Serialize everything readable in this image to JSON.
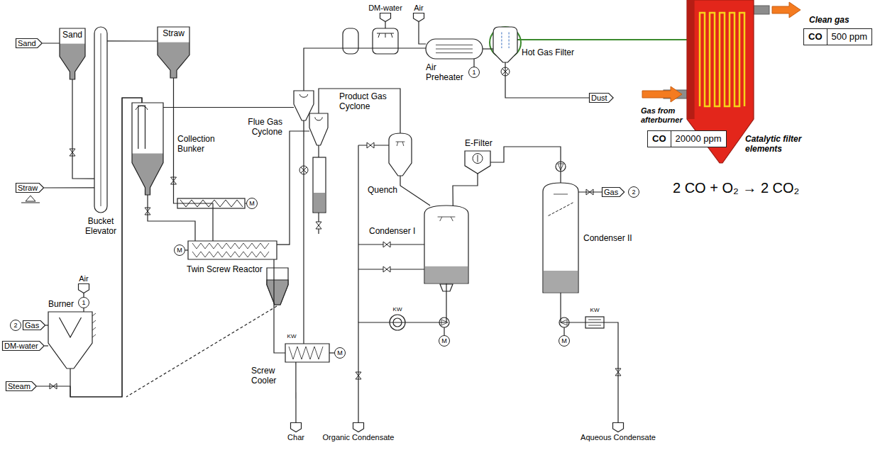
{
  "diagram": {
    "nodes": [
      {
        "text": [
          "Sand"
        ]
      },
      {
        "text": [
          "Sand"
        ]
      },
      {
        "text": [
          "Straw"
        ]
      },
      {
        "text": [
          "Bucket Elevator"
        ]
      },
      {
        "text": [
          "Straw"
        ]
      },
      {
        "text": [
          "Collection Bunker"
        ]
      },
      {
        "text": [
          "Twin Screw Reactor"
        ]
      },
      {
        "text": [
          "Air"
        ]
      },
      {
        "text": [
          "Burner"
        ]
      },
      {
        "text": [
          "Gas"
        ]
      },
      {
        "text": [
          "DM-water"
        ]
      },
      {
        "text": [
          "Steam"
        ]
      },
      {
        "text": [
          "Flue Gas Cyclone"
        ]
      },
      {
        "text": [
          "Product Gas Cyclone"
        ]
      },
      {
        "text": [
          "DM-water"
        ]
      },
      {
        "text": [
          "Air"
        ]
      },
      {
        "text": [
          "Air Preheater"
        ]
      },
      {
        "text": [
          "Hot Gas Filter"
        ]
      },
      {
        "text": [
          "Dust"
        ]
      },
      {
        "text": [
          "Quench"
        ]
      },
      {
        "text": [
          "E-Filter"
        ]
      },
      {
        "text": [
          "Condenser I"
        ]
      },
      {
        "text": [
          "Condenser II"
        ]
      },
      {
        "text": [
          "Gas"
        ]
      },
      {
        "text": [
          "Screw Cooler"
        ]
      },
      {
        "text": [
          "Char"
        ]
      },
      {
        "text": [
          "Organic Condensate"
        ]
      },
      {
        "text": [
          "Aqueous Condensate"
        ]
      },
      {
        "text": [
          "Catalytic filter elements"
        ]
      },
      {
        "text": [
          "CO",
          "20000 ppm"
        ]
      },
      {
        "text": [
          "CO",
          "500 ppm"
        ]
      }
    ],
    "edges": [
      {
        "from": 0,
        "to": 1,
        "arrow": "none"
      },
      {
        "from": 1,
        "to": 3,
        "arrow": "none"
      },
      {
        "from": 2,
        "to": 3,
        "arrow": "none"
      },
      {
        "from": 3,
        "to": 4,
        "arrow": "none"
      },
      {
        "from": 4,
        "to": 6,
        "arrow": "none"
      },
      {
        "from": 5,
        "to": 6,
        "arrow": "none"
      },
      {
        "from": 8,
        "to": 5,
        "arrow": "none"
      },
      {
        "from": 11,
        "to": 5,
        "arrow": "none"
      },
      {
        "from": 9,
        "to": 8,
        "arrow": "none"
      },
      {
        "from": 10,
        "to": 8,
        "arrow": "none"
      },
      {
        "from": 7,
        "to": 8,
        "arrow": "none"
      },
      {
        "from": 5,
        "to": 12,
        "arrow": "none"
      },
      {
        "from": 12,
        "to": 16,
        "arrow": "none"
      },
      {
        "from": 12,
        "to": 24,
        "arrow": "none"
      },
      {
        "from": 6,
        "to": 13,
        "arrow": "none"
      },
      {
        "from": 6,
        "to": 24,
        "arrow": "none"
      },
      {
        "from": 13,
        "to": 19,
        "arrow": "none"
      },
      {
        "from": 15,
        "to": 16,
        "arrow": "none"
      },
      {
        "from": 16,
        "to": 17,
        "arrow": "none"
      },
      {
        "from": 17,
        "to": 18,
        "arrow": "none"
      },
      {
        "from": 17,
        "to": 28,
        "arrow": "none"
      },
      {
        "from": 19,
        "to": 21,
        "arrow": "none"
      },
      {
        "from": 21,
        "to": 20,
        "arrow": "none"
      },
      {
        "from": 20,
        "to": 22,
        "arrow": "none"
      },
      {
        "from": 22,
        "to": 23,
        "arrow": "none"
      },
      {
        "from": 24,
        "to": 25,
        "arrow": "none"
      },
      {
        "from": 21,
        "to": 26,
        "arrow": "none"
      },
      {
        "from": 22,
        "to": 27,
        "arrow": "none"
      }
    ],
    "labels": [
      "2",
      "1",
      "M",
      "M",
      "1",
      "KW",
      "M",
      "KW",
      "M",
      "KW",
      "M",
      "2",
      "Gas from afterburner",
      "Clean gas",
      "2 CO + O₂ → 2 CO₂"
    ]
  }
}
